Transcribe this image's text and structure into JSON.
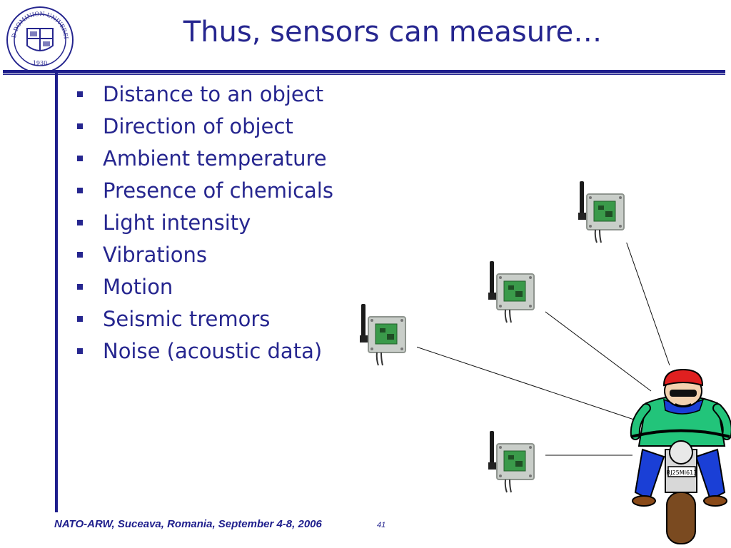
{
  "slide": {
    "title": "Thus, sensors can measure…",
    "bullets": [
      "Distance to an object",
      "Direction of object",
      "Ambient temperature",
      "Presence of chemicals",
      "Light intensity",
      "Vibrations",
      "Motion",
      "Seismic tremors",
      "Noise (acoustic data)"
    ],
    "footer": "NATO-ARW, Suceava, Romania, September 4-8, 2006",
    "page_number": "41"
  },
  "seal": {
    "ring_text": "OLD DOMINION UNIVERSITY",
    "year": "1930"
  },
  "illustration": {
    "license_plate": "RJ25MI613",
    "icons": [
      "wireless-sensor-icon",
      "motorcycle-rider-icon"
    ]
  },
  "colors": {
    "text": "#26268f",
    "rule": "#1e1e8c"
  }
}
